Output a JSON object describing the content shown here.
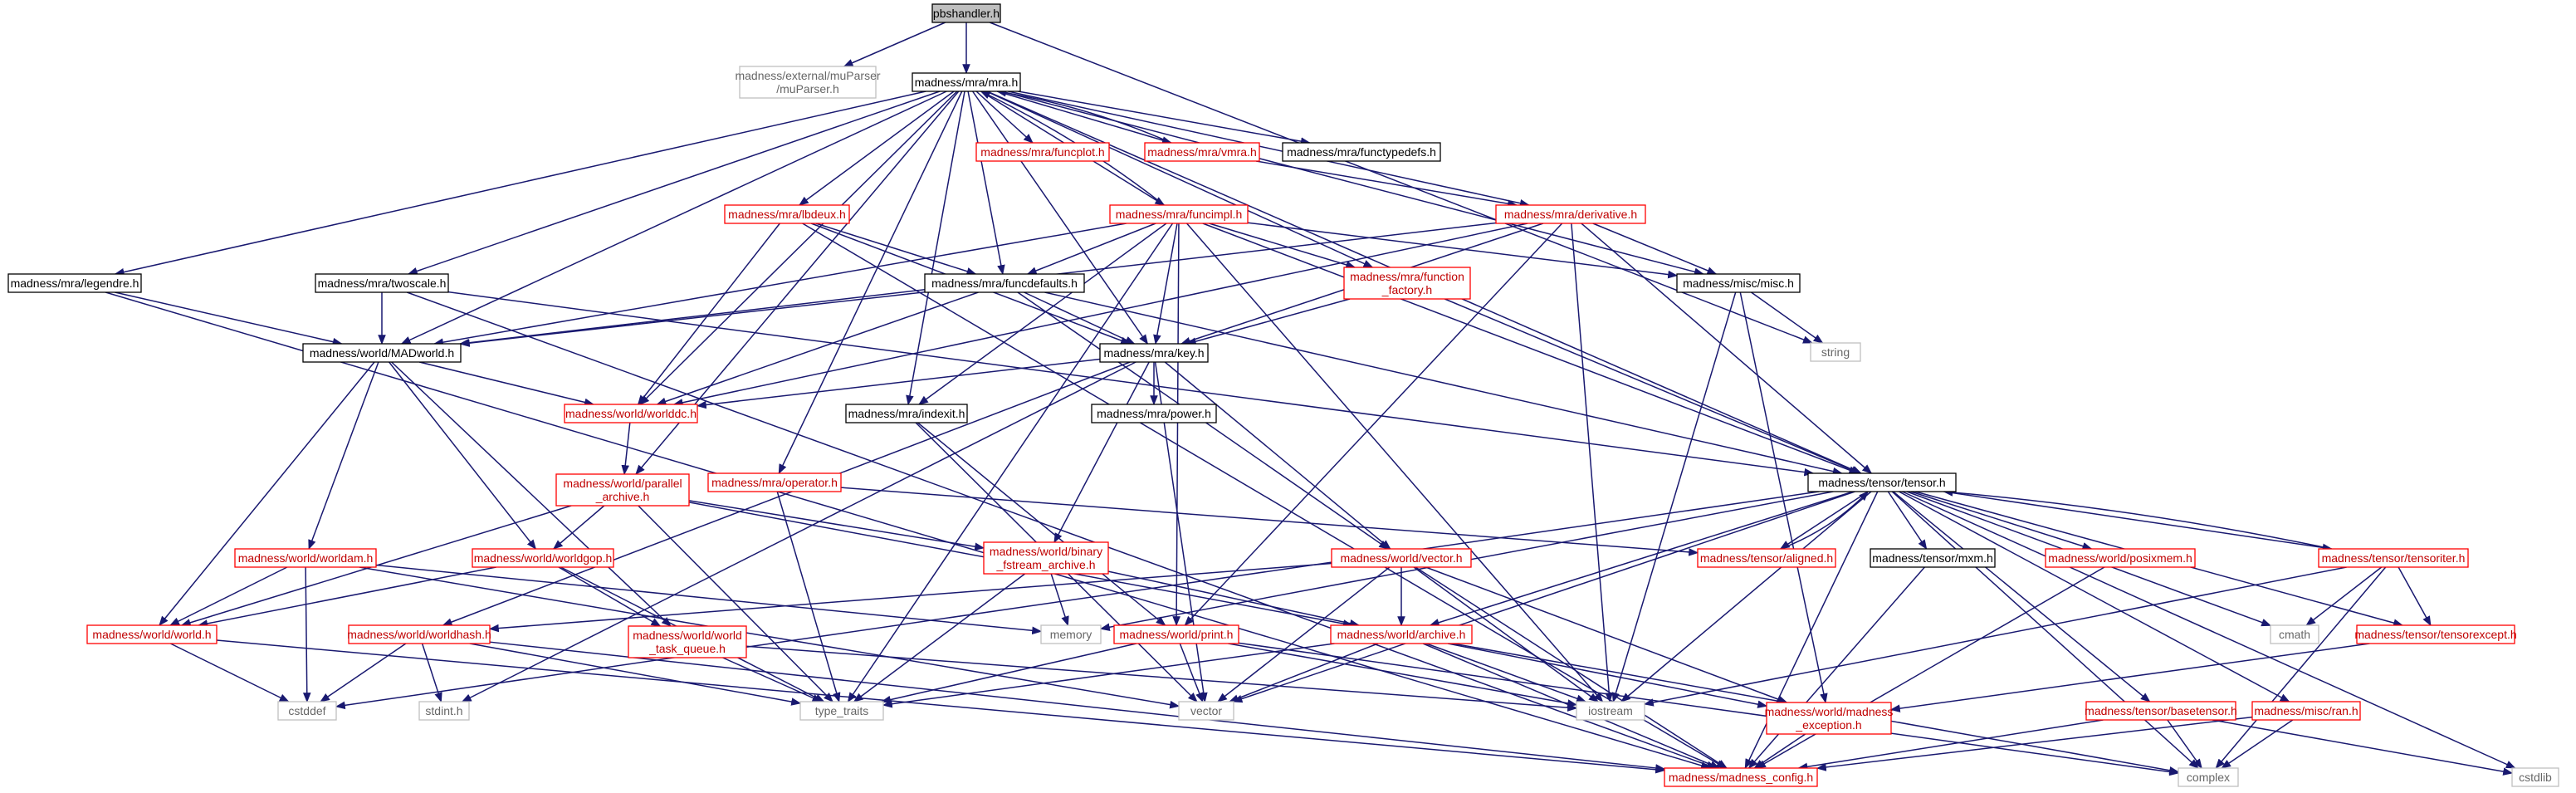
{
  "colors": {
    "edge": "#191970",
    "documented_box": "#000000",
    "undocumented_box": "#ff0000",
    "external_box": "#bfbfbf",
    "root_fill": "#bfbfbf"
  },
  "nodes": [
    {
      "id": "pbshandler",
      "label": [
        "pbshandler.h"
      ],
      "kind": "root"
    },
    {
      "id": "muparser",
      "label": [
        "madness/external/muParser",
        "/muParser.h"
      ],
      "kind": "external"
    },
    {
      "id": "mra",
      "label": [
        "madness/mra/mra.h"
      ],
      "kind": "documented"
    },
    {
      "id": "string",
      "label": [
        "string"
      ],
      "kind": "external"
    },
    {
      "id": "funcplot",
      "label": [
        "madness/mra/funcplot.h"
      ],
      "kind": "incomplete"
    },
    {
      "id": "vmra",
      "label": [
        "madness/mra/vmra.h"
      ],
      "kind": "incomplete"
    },
    {
      "id": "functypedefs",
      "label": [
        "madness/mra/functypedefs.h"
      ],
      "kind": "documented"
    },
    {
      "id": "lbdeux",
      "label": [
        "madness/mra/lbdeux.h"
      ],
      "kind": "incomplete"
    },
    {
      "id": "funcimpl",
      "label": [
        "madness/mra/funcimpl.h"
      ],
      "kind": "incomplete"
    },
    {
      "id": "derivative",
      "label": [
        "madness/mra/derivative.h"
      ],
      "kind": "incomplete"
    },
    {
      "id": "legendre",
      "label": [
        "madness/mra/legendre.h"
      ],
      "kind": "documented"
    },
    {
      "id": "twoscale",
      "label": [
        "madness/mra/twoscale.h"
      ],
      "kind": "documented"
    },
    {
      "id": "funcdefaults",
      "label": [
        "madness/mra/funcdefaults.h"
      ],
      "kind": "documented"
    },
    {
      "id": "function_factory",
      "label": [
        "madness/mra/function",
        "_factory.h"
      ],
      "kind": "incomplete"
    },
    {
      "id": "misc",
      "label": [
        "madness/misc/misc.h"
      ],
      "kind": "documented"
    },
    {
      "id": "madworld",
      "label": [
        "madness/world/MADworld.h"
      ],
      "kind": "documented"
    },
    {
      "id": "key",
      "label": [
        "madness/mra/key.h"
      ],
      "kind": "documented"
    },
    {
      "id": "worlddc",
      "label": [
        "madness/world/worlddc.h"
      ],
      "kind": "incomplete"
    },
    {
      "id": "indexit",
      "label": [
        "madness/mra/indexit.h"
      ],
      "kind": "documented"
    },
    {
      "id": "power",
      "label": [
        "madness/mra/power.h"
      ],
      "kind": "documented"
    },
    {
      "id": "tensor",
      "label": [
        "madness/tensor/tensor.h"
      ],
      "kind": "documented"
    },
    {
      "id": "parallel_archive",
      "label": [
        "madness/world/parallel",
        "_archive.h"
      ],
      "kind": "incomplete"
    },
    {
      "id": "operator",
      "label": [
        "madness/mra/operator.h"
      ],
      "kind": "incomplete"
    },
    {
      "id": "worldam",
      "label": [
        "madness/world/worldam.h"
      ],
      "kind": "incomplete"
    },
    {
      "id": "worldgop",
      "label": [
        "madness/world/worldgop.h"
      ],
      "kind": "incomplete"
    },
    {
      "id": "binary_fstream",
      "label": [
        "madness/world/binary",
        "_fstream_archive.h"
      ],
      "kind": "incomplete"
    },
    {
      "id": "vector_h",
      "label": [
        "madness/world/vector.h"
      ],
      "kind": "incomplete"
    },
    {
      "id": "aligned",
      "label": [
        "madness/tensor/aligned.h"
      ],
      "kind": "incomplete"
    },
    {
      "id": "mxm",
      "label": [
        "madness/tensor/mxm.h"
      ],
      "kind": "documented"
    },
    {
      "id": "posixmem",
      "label": [
        "madness/world/posixmem.h"
      ],
      "kind": "incomplete"
    },
    {
      "id": "tensoriter",
      "label": [
        "madness/tensor/tensoriter.h"
      ],
      "kind": "incomplete"
    },
    {
      "id": "world",
      "label": [
        "madness/world/world.h"
      ],
      "kind": "incomplete"
    },
    {
      "id": "worldhash",
      "label": [
        "madness/world/worldhash.h"
      ],
      "kind": "incomplete"
    },
    {
      "id": "world_task_queue",
      "label": [
        "madness/world/world",
        "_task_queue.h"
      ],
      "kind": "incomplete"
    },
    {
      "id": "memory",
      "label": [
        "memory"
      ],
      "kind": "external"
    },
    {
      "id": "print",
      "label": [
        "madness/world/print.h"
      ],
      "kind": "incomplete"
    },
    {
      "id": "archive",
      "label": [
        "madness/world/archive.h"
      ],
      "kind": "incomplete"
    },
    {
      "id": "cmath",
      "label": [
        "cmath"
      ],
      "kind": "external"
    },
    {
      "id": "tensorexcept",
      "label": [
        "madness/tensor/tensorexcept.h"
      ],
      "kind": "incomplete"
    },
    {
      "id": "iostream",
      "label": [
        "iostream"
      ],
      "kind": "external"
    },
    {
      "id": "cstddef",
      "label": [
        "cstddef"
      ],
      "kind": "external"
    },
    {
      "id": "stdint",
      "label": [
        "stdint.h"
      ],
      "kind": "external"
    },
    {
      "id": "type_traits",
      "label": [
        "type_traits"
      ],
      "kind": "external"
    },
    {
      "id": "vector",
      "label": [
        "vector"
      ],
      "kind": "external"
    },
    {
      "id": "madness_exception",
      "label": [
        "madness/world/madness",
        "_exception.h"
      ],
      "kind": "incomplete"
    },
    {
      "id": "basetensor",
      "label": [
        "madness/tensor/basetensor.h"
      ],
      "kind": "incomplete"
    },
    {
      "id": "ran",
      "label": [
        "madness/misc/ran.h"
      ],
      "kind": "incomplete"
    },
    {
      "id": "madness_config",
      "label": [
        "madness/madness_config.h"
      ],
      "kind": "incomplete"
    },
    {
      "id": "complex",
      "label": [
        "complex"
      ],
      "kind": "external"
    },
    {
      "id": "cstdlib",
      "label": [
        "cstdlib"
      ],
      "kind": "external"
    }
  ],
  "edges": [
    [
      "pbshandler",
      "muparser"
    ],
    [
      "pbshandler",
      "mra"
    ],
    [
      "pbshandler",
      "string"
    ],
    [
      "mra",
      "funcplot"
    ],
    [
      "mra",
      "vmra"
    ],
    [
      "mra",
      "functypedefs"
    ],
    [
      "mra",
      "lbdeux"
    ],
    [
      "mra",
      "funcimpl"
    ],
    [
      "mra",
      "derivative"
    ],
    [
      "mra",
      "legendre"
    ],
    [
      "mra",
      "twoscale"
    ],
    [
      "mra",
      "funcdefaults"
    ],
    [
      "mra",
      "function_factory"
    ],
    [
      "mra",
      "misc"
    ],
    [
      "mra",
      "madworld"
    ],
    [
      "mra",
      "key"
    ],
    [
      "mra",
      "worlddc"
    ],
    [
      "mra",
      "indexit"
    ],
    [
      "mra",
      "tensor"
    ],
    [
      "mra",
      "parallel_archive"
    ],
    [
      "mra",
      "operator"
    ],
    [
      "vmra",
      "mra"
    ],
    [
      "vmra",
      "derivative"
    ],
    [
      "funcimpl",
      "mra"
    ],
    [
      "lbdeux",
      "funcdefaults"
    ],
    [
      "lbdeux",
      "key"
    ],
    [
      "lbdeux",
      "worlddc"
    ],
    [
      "lbdeux",
      "madness_config"
    ],
    [
      "funcimpl",
      "funcdefaults"
    ],
    [
      "funcimpl",
      "function_factory"
    ],
    [
      "funcimpl",
      "misc"
    ],
    [
      "funcimpl",
      "madworld"
    ],
    [
      "funcimpl",
      "key"
    ],
    [
      "funcimpl",
      "indexit"
    ],
    [
      "funcimpl",
      "tensor"
    ],
    [
      "funcimpl",
      "print"
    ],
    [
      "funcimpl",
      "type_traits"
    ],
    [
      "funcimpl",
      "iostream"
    ],
    [
      "derivative",
      "misc"
    ],
    [
      "derivative",
      "key"
    ],
    [
      "derivative",
      "worlddc"
    ],
    [
      "derivative",
      "madworld"
    ],
    [
      "derivative",
      "tensor"
    ],
    [
      "derivative",
      "print"
    ],
    [
      "derivative",
      "iostream"
    ],
    [
      "legendre",
      "madworld"
    ],
    [
      "legendre",
      "madness_config"
    ],
    [
      "twoscale",
      "madworld"
    ],
    [
      "twoscale",
      "tensor"
    ],
    [
      "twoscale",
      "madness_config"
    ],
    [
      "funcdefaults",
      "madworld"
    ],
    [
      "funcdefaults",
      "key"
    ],
    [
      "funcdefaults",
      "worlddc"
    ],
    [
      "funcdefaults",
      "tensor"
    ],
    [
      "funcdefaults",
      "vector_h"
    ],
    [
      "function_factory",
      "key"
    ],
    [
      "function_factory",
      "tensor"
    ],
    [
      "misc",
      "string"
    ],
    [
      "misc",
      "iostream"
    ],
    [
      "misc",
      "madness_exception"
    ],
    [
      "madworld",
      "worlddc"
    ],
    [
      "madworld",
      "world"
    ],
    [
      "madworld",
      "worldam"
    ],
    [
      "madworld",
      "worldgop"
    ],
    [
      "madworld",
      "world_task_queue"
    ],
    [
      "key",
      "worlddc"
    ],
    [
      "key",
      "power"
    ],
    [
      "key",
      "binary_fstream"
    ],
    [
      "key",
      "vector_h"
    ],
    [
      "key",
      "worldhash"
    ],
    [
      "key",
      "vector"
    ],
    [
      "key",
      "stdint"
    ],
    [
      "worlddc",
      "parallel_archive"
    ],
    [
      "indexit",
      "print"
    ],
    [
      "indexit",
      "vector"
    ],
    [
      "tensor",
      "aligned"
    ],
    [
      "tensor",
      "mxm"
    ],
    [
      "tensor",
      "posixmem"
    ],
    [
      "tensor",
      "tensoriter"
    ],
    [
      "tensor",
      "tensorexcept"
    ],
    [
      "tensor",
      "cmath"
    ],
    [
      "tensor",
      "memory"
    ],
    [
      "tensor",
      "archive"
    ],
    [
      "tensor",
      "basetensor"
    ],
    [
      "tensor",
      "ran"
    ],
    [
      "tensor",
      "madness_config"
    ],
    [
      "tensor",
      "complex"
    ],
    [
      "tensor",
      "cstdlib"
    ],
    [
      "tensor",
      "vector"
    ],
    [
      "tensor",
      "iostream"
    ],
    [
      "tensor",
      "cstddef"
    ],
    [
      "aligned",
      "tensor"
    ],
    [
      "tensoriter",
      "tensor"
    ],
    [
      "parallel_archive",
      "worldgop"
    ],
    [
      "parallel_archive",
      "world"
    ],
    [
      "parallel_archive",
      "binary_fstream"
    ],
    [
      "parallel_archive",
      "archive"
    ],
    [
      "parallel_archive",
      "type_traits"
    ],
    [
      "operator",
      "type_traits"
    ],
    [
      "operator",
      "aligned"
    ],
    [
      "worldam",
      "world"
    ],
    [
      "worldam",
      "memory"
    ],
    [
      "worldam",
      "cstddef"
    ],
    [
      "worldam",
      "vector"
    ],
    [
      "worldgop",
      "world"
    ],
    [
      "worldgop",
      "world_task_queue"
    ],
    [
      "worldgop",
      "type_traits"
    ],
    [
      "binary_fstream",
      "archive"
    ],
    [
      "binary_fstream",
      "memory"
    ],
    [
      "binary_fstream",
      "type_traits"
    ],
    [
      "vector_h",
      "archive"
    ],
    [
      "vector_h",
      "worldhash"
    ],
    [
      "vector_h",
      "vector"
    ],
    [
      "vector_h",
      "iostream"
    ],
    [
      "vector_h",
      "madness_exception"
    ],
    [
      "vector_h",
      "madness_config"
    ],
    [
      "world",
      "cstddef"
    ],
    [
      "world",
      "madness_config"
    ],
    [
      "worldhash",
      "cstddef"
    ],
    [
      "worldhash",
      "stdint"
    ],
    [
      "worldhash",
      "type_traits"
    ],
    [
      "worldhash",
      "madness_config"
    ],
    [
      "world_task_queue",
      "type_traits"
    ],
    [
      "world_task_queue",
      "iostream"
    ],
    [
      "print",
      "vector"
    ],
    [
      "print",
      "iostream"
    ],
    [
      "print",
      "type_traits"
    ],
    [
      "print",
      "complex"
    ],
    [
      "archive",
      "vector"
    ],
    [
      "archive",
      "type_traits"
    ],
    [
      "archive",
      "iostream"
    ],
    [
      "archive",
      "madness_exception"
    ],
    [
      "archive",
      "complex"
    ],
    [
      "archive",
      "madness_config"
    ],
    [
      "tensoriter",
      "cmath"
    ],
    [
      "tensoriter",
      "tensorexcept"
    ],
    [
      "tensoriter",
      "complex"
    ],
    [
      "tensoriter",
      "iostream"
    ],
    [
      "tensorexcept",
      "madness_exception"
    ],
    [
      "madness_exception",
      "madness_config"
    ],
    [
      "basetensor",
      "madness_config"
    ],
    [
      "basetensor",
      "complex"
    ],
    [
      "basetensor",
      "cstdlib"
    ],
    [
      "ran",
      "complex"
    ],
    [
      "ran",
      "madness_config"
    ],
    [
      "mxm",
      "madness_config"
    ],
    [
      "posixmem",
      "madness_config"
    ]
  ]
}
